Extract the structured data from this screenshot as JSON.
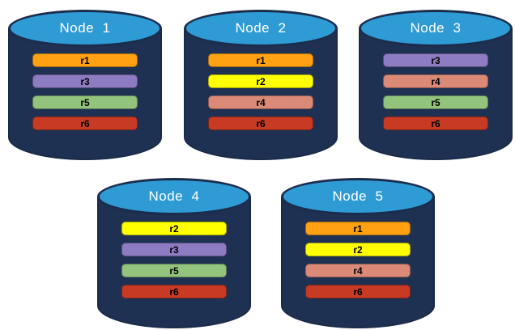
{
  "colors": {
    "background": "#FFFFFF",
    "cylinder_body": "#1F3152",
    "cylinder_top": "#2E9BD5",
    "cylinder_outline": "#1B2C4C",
    "replica_r1": "#FFA113",
    "replica_r2": "#FFFF00",
    "replica_r3": "#8E7CC3",
    "replica_r4": "#DB8A78",
    "replica_r5": "#93C47D",
    "replica_r6": "#C73B24"
  },
  "nodes": [
    {
      "title": "Node  1",
      "replicas": [
        {
          "label": "r1",
          "color": "#FFA113"
        },
        {
          "label": "r3",
          "color": "#8E7CC3"
        },
        {
          "label": "r5",
          "color": "#93C47D"
        },
        {
          "label": "r6",
          "color": "#C73B24"
        }
      ]
    },
    {
      "title": "Node  2",
      "replicas": [
        {
          "label": "r1",
          "color": "#FFA113"
        },
        {
          "label": "r2",
          "color": "#FFFF00"
        },
        {
          "label": "r4",
          "color": "#DB8A78"
        },
        {
          "label": "r6",
          "color": "#C73B24"
        }
      ]
    },
    {
      "title": "Node  3",
      "replicas": [
        {
          "label": "r3",
          "color": "#8E7CC3"
        },
        {
          "label": "r4",
          "color": "#DB8A78"
        },
        {
          "label": "r5",
          "color": "#93C47D"
        },
        {
          "label": "r6",
          "color": "#C73B24"
        }
      ]
    },
    {
      "title": "Node  4",
      "replicas": [
        {
          "label": "r2",
          "color": "#FFFF00"
        },
        {
          "label": "r3",
          "color": "#8E7CC3"
        },
        {
          "label": "r5",
          "color": "#93C47D"
        },
        {
          "label": "r6",
          "color": "#C73B24"
        }
      ]
    },
    {
      "title": "Node  5",
      "replicas": [
        {
          "label": "r1",
          "color": "#FFA113"
        },
        {
          "label": "r2",
          "color": "#FFFF00"
        },
        {
          "label": "r4",
          "color": "#DB8A78"
        },
        {
          "label": "r6",
          "color": "#C73B24"
        }
      ]
    }
  ]
}
